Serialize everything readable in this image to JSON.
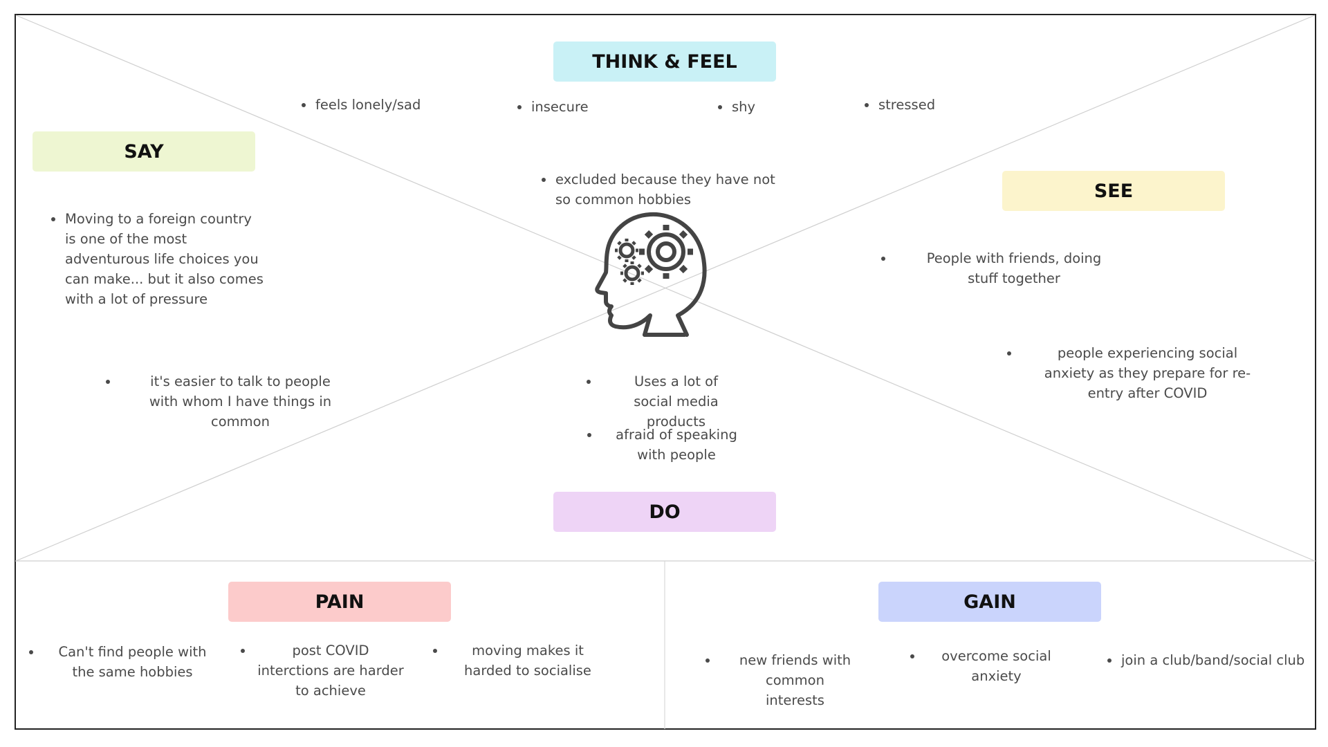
{
  "canvas": {
    "background": "#ffffff",
    "frame_border": "#222222",
    "line_color": "#cfcfcf"
  },
  "quadrants": {
    "think_feel": {
      "title": "THINK & FEEL",
      "color": "#c9f1f6",
      "notes": [
        "feels lonely/sad",
        "insecure",
        "shy",
        "stressed",
        "excluded because they have not so common hobbies"
      ]
    },
    "say": {
      "title": "SAY",
      "color": "#eef6d2",
      "notes": [
        "Moving to a foreign country is one of the most adventurous life choices you can make... but it also comes with a lot of pressure",
        "it's easier to talk to people with whom I have things in common"
      ]
    },
    "see": {
      "title": "SEE",
      "color": "#fcf4cc",
      "notes": [
        "People with friends, doing stuff together",
        "people experiencing social anxiety as they prepare for re-entry after COVID"
      ]
    },
    "do": {
      "title": "DO",
      "color": "#eed4f6",
      "notes": [
        "Uses a lot of social media products",
        "afraid of speaking with people"
      ]
    }
  },
  "pain": {
    "title": "PAIN",
    "color": "#fccbcb",
    "notes": [
      "Can't find people with the same hobbies",
      "post COVID interctions are harder to achieve",
      "moving makes it harded to socialise"
    ]
  },
  "gain": {
    "title": "GAIN",
    "color": "#cad4fc",
    "notes": [
      "new friends with common interests",
      "overcome social anxiety",
      "join a club/band/social club"
    ]
  },
  "center_icon": "head-with-gears-icon"
}
